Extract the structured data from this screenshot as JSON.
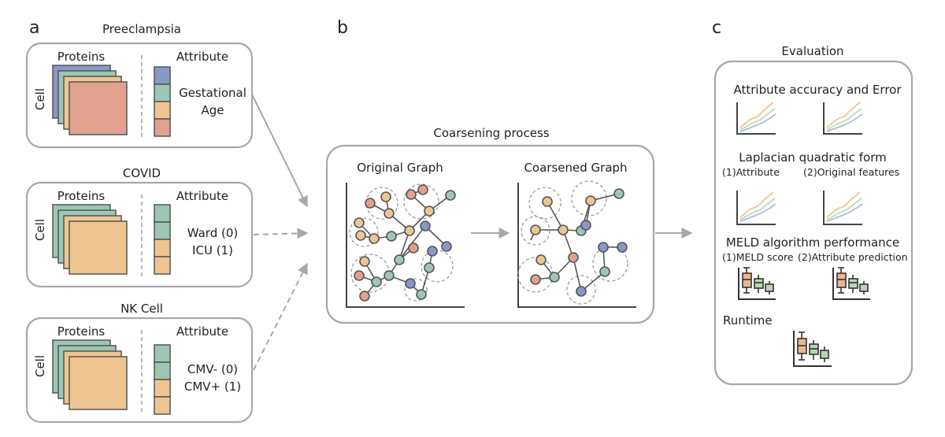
{
  "panels": {
    "a": {
      "letter": "a",
      "datasets": [
        {
          "name": "Preeclampsia",
          "proteins_label": "Proteins",
          "cell_label": "Cell",
          "attribute_label": "Attribute",
          "attribute_lines": [
            "Gestational",
            "Age"
          ]
        },
        {
          "name": "COVID",
          "proteins_label": "Proteins",
          "cell_label": "Cell",
          "attribute_label": "Attribute",
          "attribute_lines": [
            "Ward (0)",
            "ICU (1)"
          ]
        },
        {
          "name": "NK Cell",
          "proteins_label": "Proteins",
          "cell_label": "Cell",
          "attribute_label": "Attribute",
          "attribute_lines": [
            "CMV- (0)",
            "CMV+ (1)"
          ]
        }
      ]
    },
    "b": {
      "letter": "b",
      "title": "Coarsening process",
      "original_label": "Original Graph",
      "coarsened_label": "Coarsened Graph"
    },
    "c": {
      "letter": "c",
      "title": "Evaluation",
      "sections": {
        "accuracy": "Attribute accuracy and Error",
        "laplacian": "Laplacian quadratic form",
        "laplacian_sub1": "(1)Attribute",
        "laplacian_sub2": "(2)Original features",
        "meld": "MELD algorithm performance",
        "meld_sub1": "(1)MELD score",
        "meld_sub2": "(2)Attribute prediction",
        "runtime": "Runtime"
      }
    }
  },
  "colors": {
    "blue": "#8a97c9",
    "green": "#9cc7b4",
    "orange": "#eec590",
    "red": "#e0a28f",
    "box_border": "#a8a8a8",
    "line_blue": "#a9bee0",
    "line_orange": "#efc58f",
    "line_green": "#bcdcb4"
  }
}
